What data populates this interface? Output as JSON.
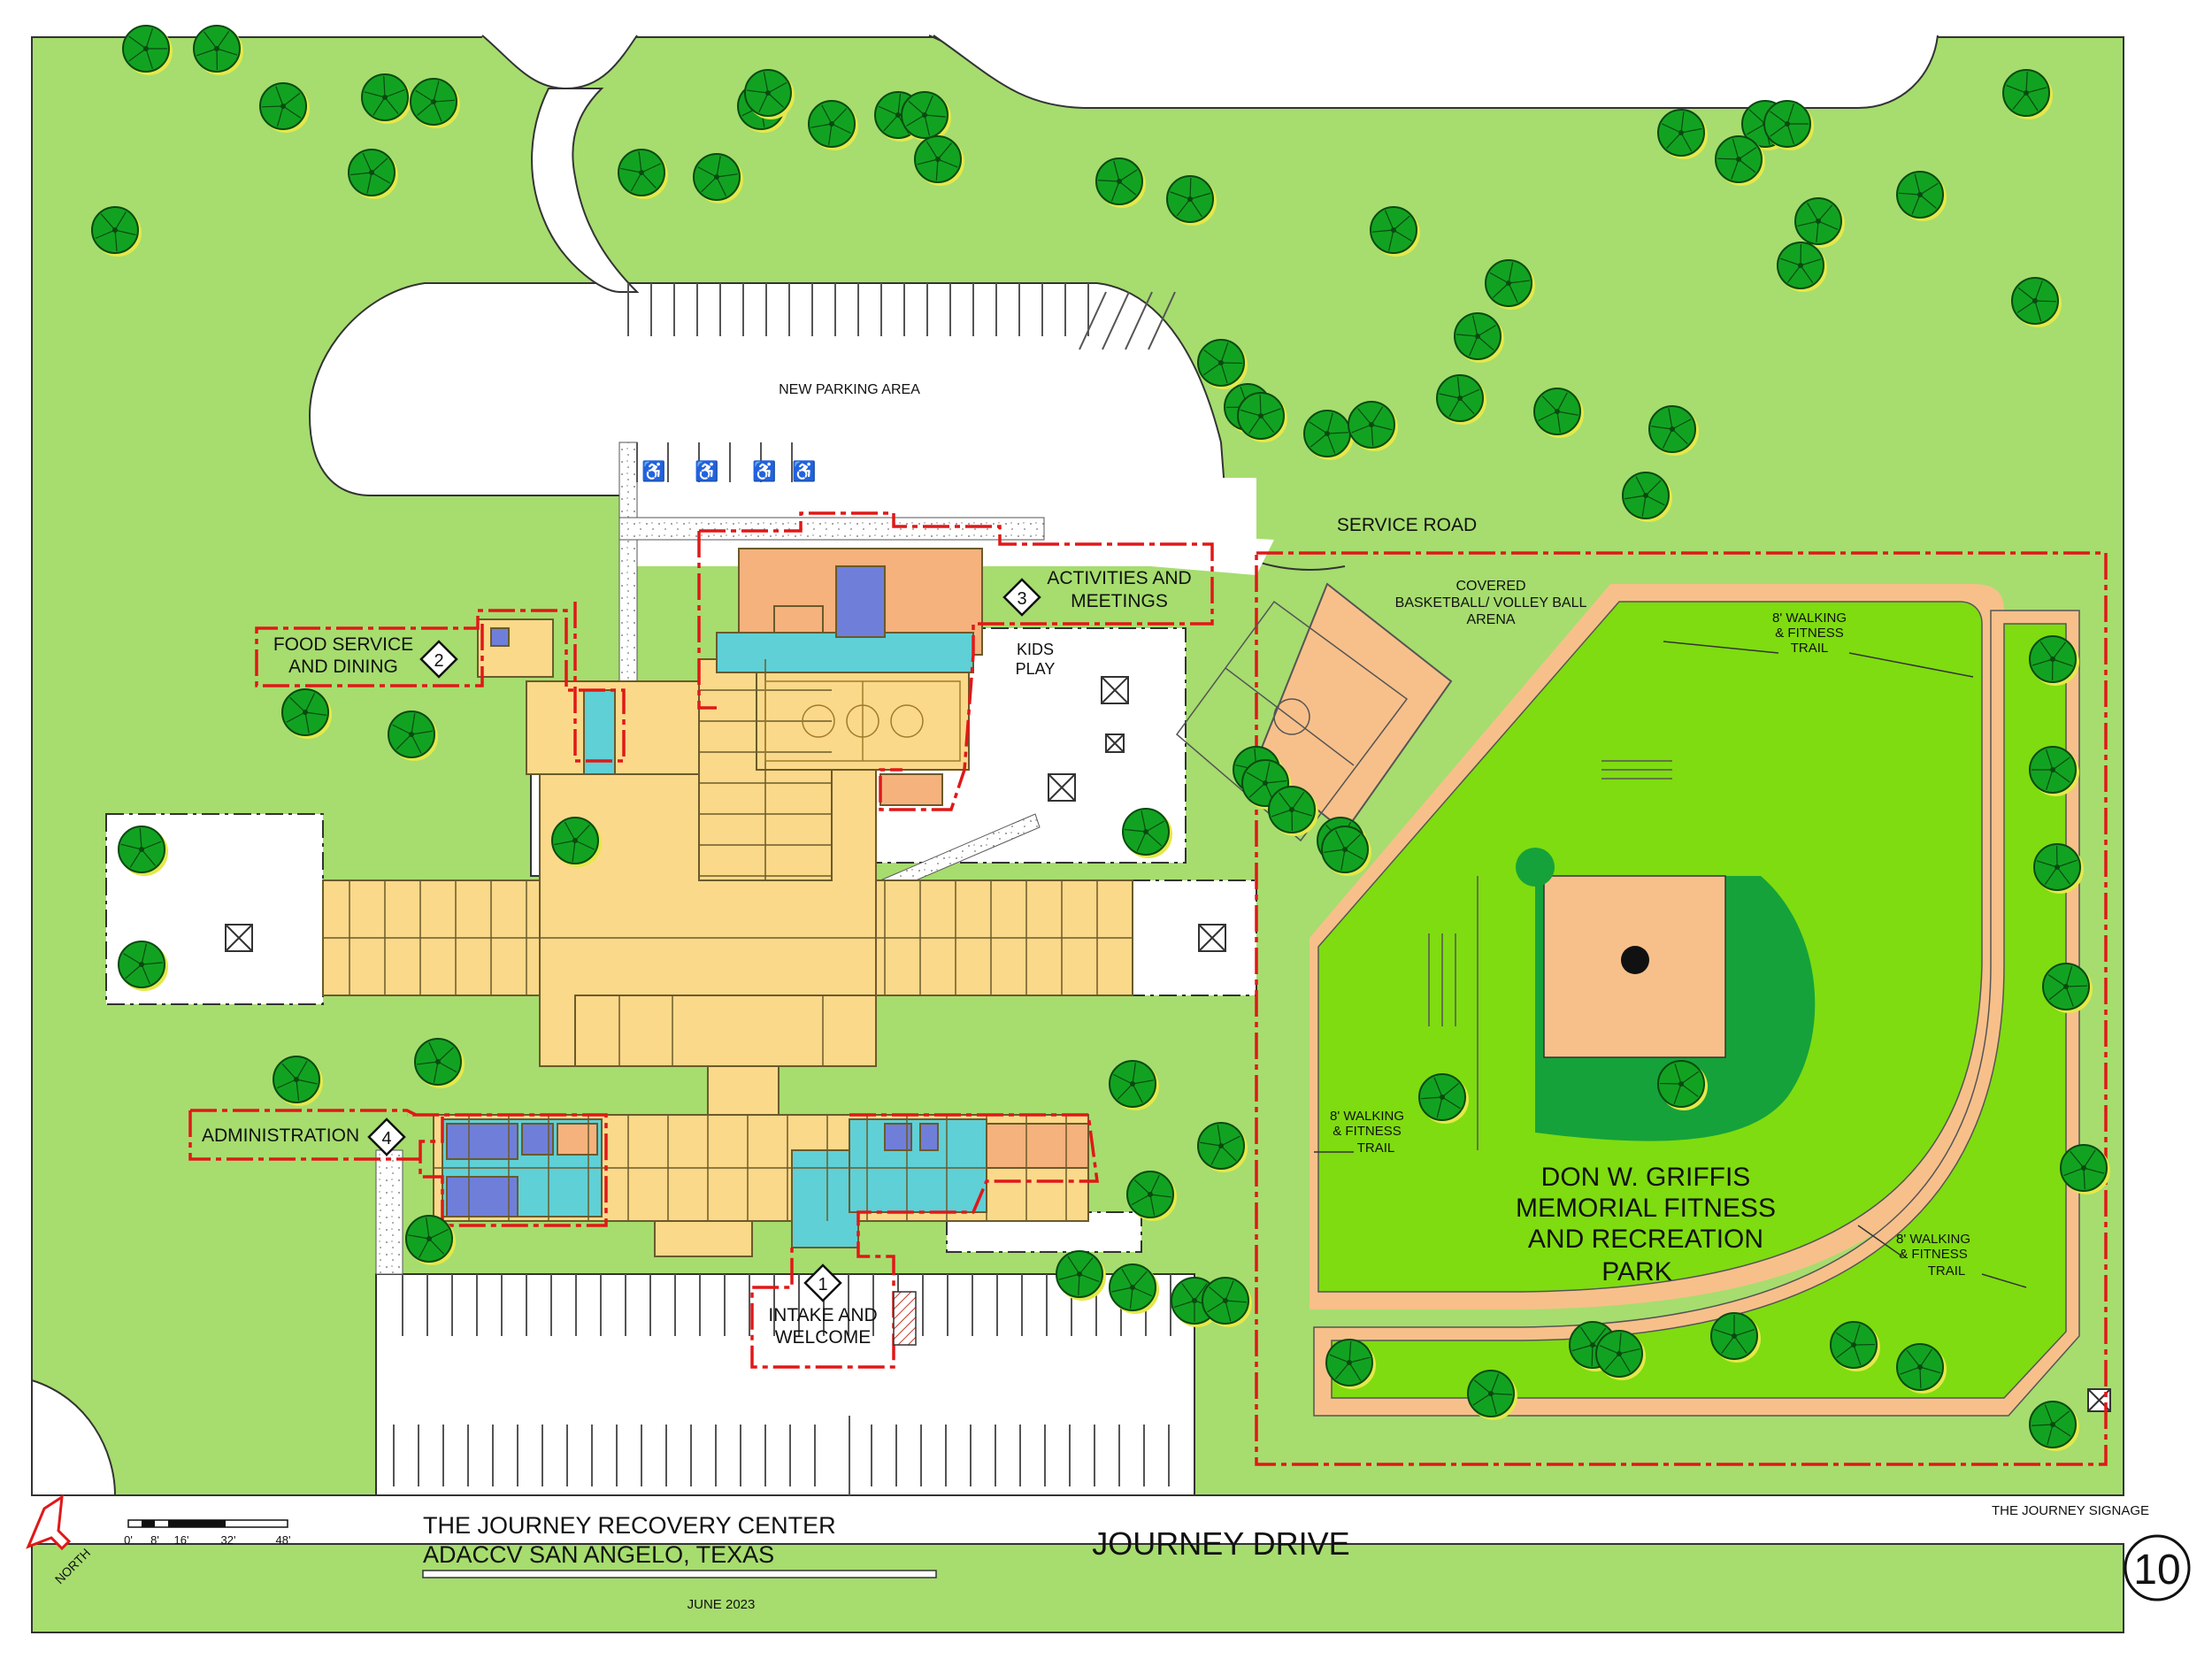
{
  "site": {
    "parking_label": "NEW PARKING AREA",
    "service_road_label": "SERVICE ROAD",
    "kids_play_line1": "KIDS",
    "kids_play_line2": "PLAY",
    "covered_court_line1": "COVERED",
    "covered_court_line2": "BASKETBALL/ VOLLEY BALL",
    "covered_court_line3": "ARENA",
    "trail_line1": "8' WALKING",
    "trail_line2": "& FITNESS",
    "trail_line3": "TRAIL",
    "park_line1": "DON  W. GRIFFIS",
    "park_line2": "MEMORIAL FITNESS",
    "park_line3": "AND RECREATION",
    "park_line4": "PARK",
    "signage_label": "THE JOURNEY SIGNAGE",
    "street_label": "JOURNEY DRIVE",
    "north_label": "NORTH"
  },
  "zones": [
    {
      "number": "1",
      "line1": "INTAKE AND",
      "line2": "WELCOME"
    },
    {
      "number": "2",
      "line1": "FOOD SERVICE",
      "line2": "AND DINING"
    },
    {
      "number": "3",
      "line1": "ACTIVITIES AND",
      "line2": "MEETINGS"
    },
    {
      "number": "4",
      "line1": "ADMINISTRATION",
      "line2": ""
    }
  ],
  "title_block": {
    "line1": "THE JOURNEY RECOVERY CENTER",
    "line2": "ADACCV    SAN ANGELO, TEXAS",
    "date": "JUNE 2023",
    "sheet_number": "10"
  },
  "scale_bar": {
    "ticks": [
      "0'",
      "8'",
      "16'",
      "32'",
      "48'"
    ]
  },
  "colors": {
    "lawn": "#a6dd6e",
    "field": "#7fdc10",
    "infield_grass": "#15a23a",
    "dirt": "#f7c08a",
    "building": "#fbd98a",
    "corridor": "#5fd0d6",
    "office": "#6f7fd9",
    "meeting": "#f5b27d",
    "boundary": "#e01818"
  }
}
